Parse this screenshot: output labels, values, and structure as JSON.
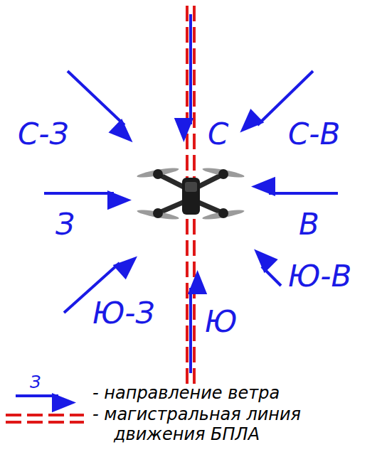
{
  "diagram": {
    "labels": [
      "С-З",
      "С",
      "С-В",
      "З",
      "В",
      "Ю-З",
      "Ю",
      "Ю-В",
      "З"
    ],
    "legend": [
      {
        "text": "- направление ветра"
      },
      {
        "text": "- магистральная линия движения БПЛА"
      }
    ]
  }
}
